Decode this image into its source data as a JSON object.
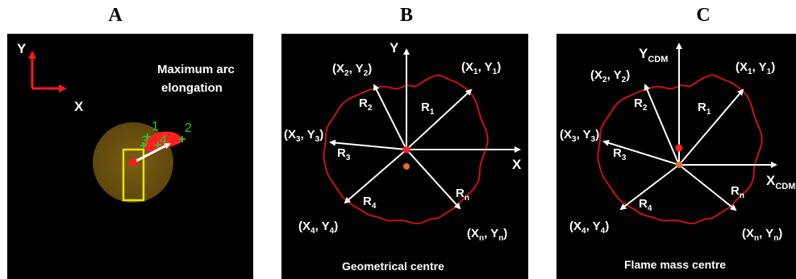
{
  "panels": [
    {
      "letter": "A",
      "axis_y": "Y",
      "axis_x": "X",
      "note_line1": "Maximum arc",
      "note_line2": "elongation",
      "points": [
        "1",
        "2",
        "3",
        "4"
      ]
    },
    {
      "letter": "B",
      "axis_y": "Y",
      "axis_x": "X",
      "caption": "Geometrical centre"
    },
    {
      "letter": "C",
      "axis_y": "Y",
      "axis_y_sub": "CDM",
      "axis_x": "X",
      "axis_x_sub": "CDM",
      "caption": "Flame mass centre"
    }
  ],
  "coords": {
    "p1": {
      "open": "(X",
      "s1": "1",
      "mid": ", Y",
      "s2": "1",
      "close": ")"
    },
    "p2": {
      "open": "(X",
      "s1": "2",
      "mid": ", Y",
      "s2": "2",
      "close": ")"
    },
    "p3": {
      "open": "(X",
      "s1": "3",
      "mid": ", Y",
      "s2": "3",
      "close": ")"
    },
    "p4": {
      "open": "(X",
      "s1": "4",
      "mid": ", Y",
      "s2": "4",
      "close": ")"
    },
    "pn": {
      "open": "(X",
      "s1": "n",
      "mid": ", Y",
      "s2": "n",
      "close": ")"
    }
  },
  "radii": [
    {
      "base": "R",
      "sub": "1"
    },
    {
      "base": "R",
      "sub": "2"
    },
    {
      "base": "R",
      "sub": "3"
    },
    {
      "base": "R",
      "sub": "4"
    },
    {
      "base": "R",
      "sub": "n"
    }
  ],
  "colors": {
    "flame_outline": "#e01010",
    "glow": "#6b5210",
    "box": "#e6e600",
    "marker_green": "#22cc22",
    "centroid": "#ff2020",
    "mass_centre": "#e07020"
  }
}
